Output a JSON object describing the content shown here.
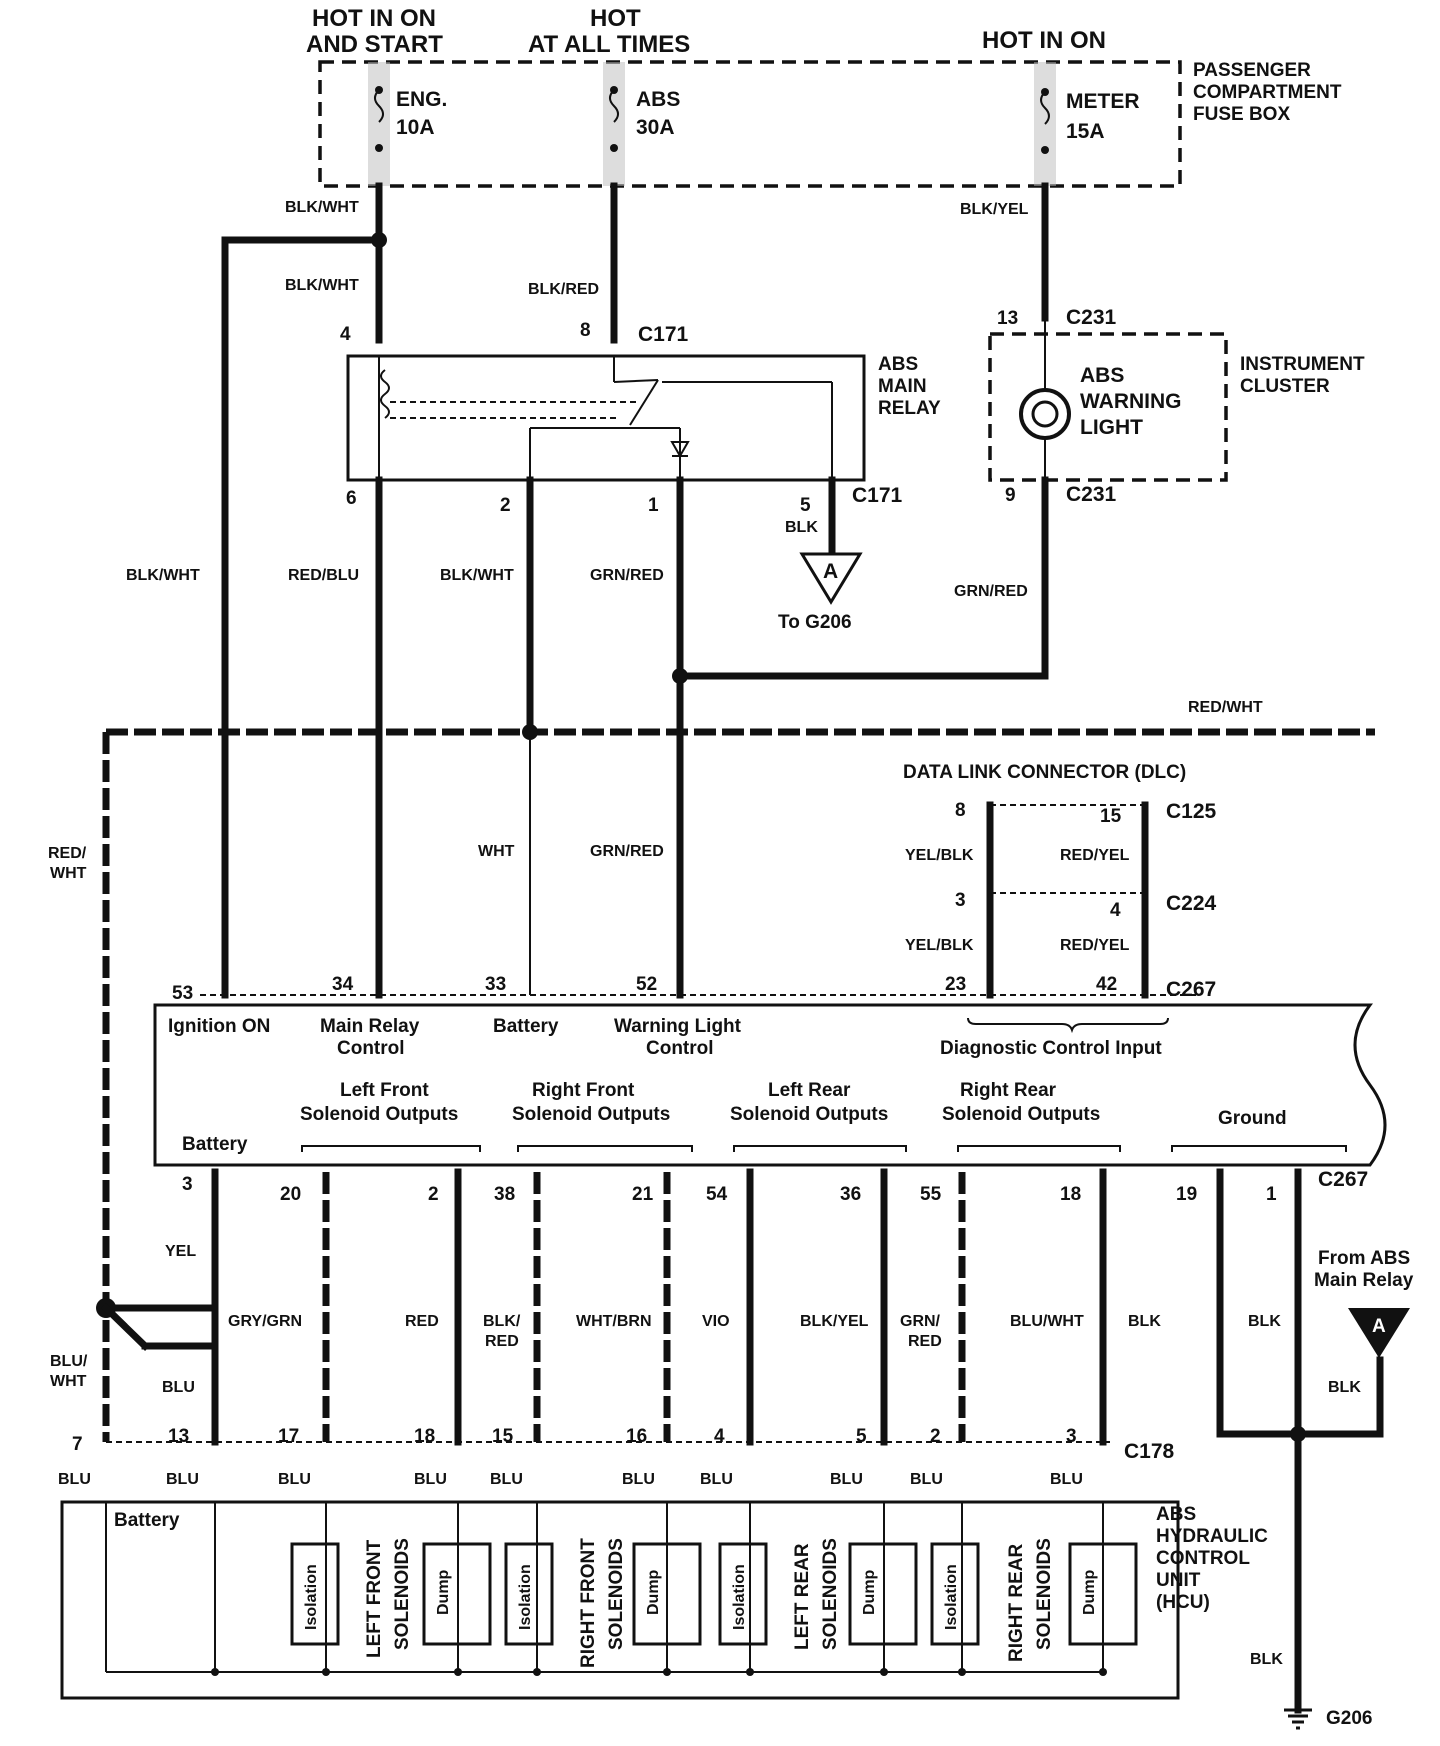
{
  "top": {
    "hot_start_1": "HOT IN ON",
    "hot_start_2": "AND START",
    "hot_all_1": "HOT",
    "hot_all_2": "AT ALL TIMES",
    "hot_on": "HOT IN ON"
  },
  "fusebox": {
    "label_1": "PASSENGER",
    "label_2": "COMPARTMENT",
    "label_3": "FUSE BOX",
    "fuses": [
      {
        "name": "ENG.",
        "amp": "10A"
      },
      {
        "name": "ABS",
        "amp": "30A"
      },
      {
        "name": "METER",
        "amp": "15A"
      }
    ]
  },
  "relay": {
    "label_1": "ABS",
    "label_2": "MAIN",
    "label_3": "RELAY",
    "conn_top": "C171",
    "conn_bottom": "C171"
  },
  "cluster": {
    "label_1": "INSTRUMENT",
    "label_2": "CLUSTER",
    "light_1": "ABS",
    "light_2": "WARNING",
    "light_3": "LIGHT",
    "conn_top": "C231",
    "conn_bottom": "C231",
    "pin_top": "13",
    "pin_bottom": "9"
  },
  "ground_ref": {
    "letter": "A",
    "to": "To G206",
    "from_1": "From ABS",
    "from_2": "Main Relay"
  },
  "dlc": {
    "title": "DATA LINK CONNECTOR (DLC)",
    "c125": "C125",
    "c224": "C224",
    "c267": "C267",
    "pins": {
      "p8": "8",
      "p15": "15",
      "p3": "3",
      "p4": "4",
      "p23": "23",
      "p42": "42"
    }
  },
  "wires": {
    "blk_wht": "BLK/WHT",
    "blk_red": "BLK/RED",
    "blk_yel": "BLK/YEL",
    "red_blu": "RED/BLU",
    "grn_red": "GRN/RED",
    "blk": "BLK",
    "red_wht": "RED/WHT",
    "red_wht_a": "RED/",
    "red_wht_b": "WHT",
    "wht": "WHT",
    "yel_blk": "YEL/BLK",
    "red_yel": "RED/YEL",
    "yel": "YEL",
    "gry_grn": "GRY/GRN",
    "red": "RED",
    "blk_red_a": "BLK/",
    "blk_red_b": "RED",
    "wht_brn": "WHT/BRN",
    "vio": "VIO",
    "blk_yel2": "BLK/YEL",
    "grn_red_a": "GRN/",
    "grn_red_b": "RED",
    "blu_wht": "BLU/WHT",
    "blu_wht_a": "BLU/",
    "blu_wht_b": "WHT",
    "blu": "BLU"
  },
  "pins_top": {
    "p4": "4",
    "p8": "8",
    "p6": "6",
    "p2": "2",
    "p1": "1",
    "p5": "5"
  },
  "ecu": {
    "ignition": "Ignition ON",
    "main_relay_1": "Main Relay",
    "main_relay_2": "Control",
    "battery": "Battery",
    "warn_1": "Warning Light",
    "warn_2": "Control",
    "diag": "Diagnostic Control Input",
    "lf_1": "Left Front",
    "lf_2": "Solenoid Outputs",
    "rf_1": "Right  Front",
    "rf_2": "Solenoid Outputs",
    "lr_1": "Left Rear",
    "lr_2": "Solenoid Outputs",
    "rr_1": "Right  Rear",
    "rr_2": "Solenoid Outputs",
    "ground": "Ground",
    "battery2": "Battery",
    "pins_top": [
      "53",
      "34",
      "33",
      "52"
    ],
    "pins_bottom": [
      "3",
      "20",
      "2",
      "38",
      "21",
      "54",
      "36",
      "55",
      "18",
      "19",
      "1"
    ],
    "conn": "C267"
  },
  "hcu": {
    "label_1": "ABS",
    "label_2": "HYDRAULIC",
    "label_3": "CONTROL",
    "label_4": "UNIT",
    "label_5": "(HCU)",
    "battery": "Battery",
    "conn": "C178",
    "pins": [
      "7",
      "13",
      "17",
      "18",
      "15",
      "16",
      "4",
      "5",
      "2",
      "3"
    ],
    "isolation": "Isolation",
    "dump": "Dump",
    "lf_1": "LEFT FRONT",
    "lf_2": "SOLENOIDS",
    "rf_1": "RIGHT FRONT",
    "rf_2": "SOLENOIDS",
    "lr_1": "LEFT REAR",
    "lr_2": "SOLENOIDS",
    "rr_1": "RIGHT REAR",
    "rr_2": "SOLENOIDS"
  },
  "ground_final": "G206"
}
